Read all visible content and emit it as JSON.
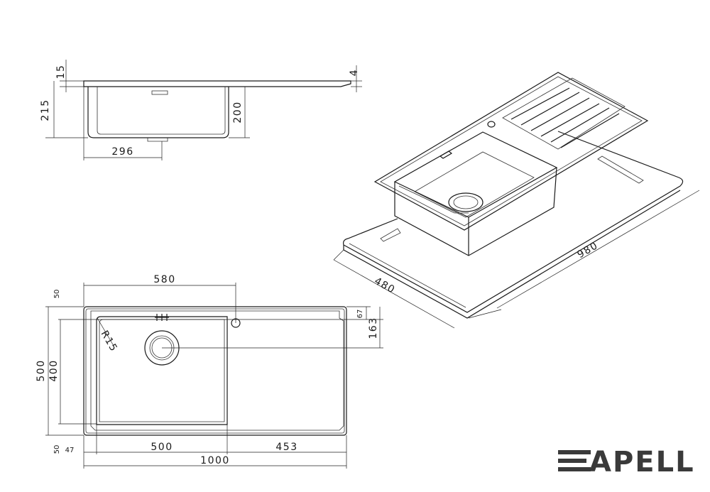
{
  "brand": {
    "name": "APELL"
  },
  "dimensions": {
    "side_1_5": "15",
    "side_4": "4",
    "side_215": "215",
    "side_200": "200",
    "side_296": "296",
    "top_580": "580",
    "top_50_top": "50",
    "top_67": "67",
    "top_163": "163",
    "top_r15": "R15",
    "top_500_height": "500",
    "top_400": "400",
    "top_50_bottom": "50",
    "top_47": "47",
    "top_500_width": "500",
    "top_453": "453",
    "top_1000": "1000",
    "iso_980": "980",
    "iso_480": "480"
  }
}
